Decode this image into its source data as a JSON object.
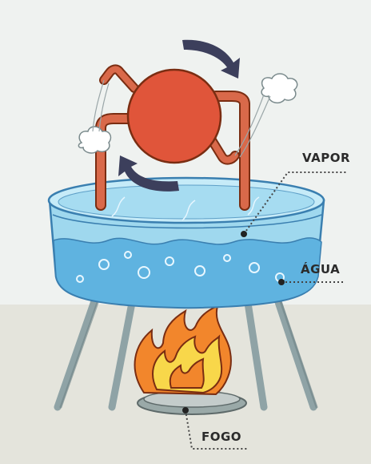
{
  "labels": {
    "vapor": "VAPOR",
    "agua": "ÁGUA",
    "fogo": "FOGO"
  },
  "colors": {
    "ball": "#e0553a",
    "pipe": "#d9694a",
    "water": "#8fd0ea",
    "water_dark": "#4aa6d6",
    "pot_outline": "#3a7fb0",
    "legs": "#8fa3a6",
    "flame_outer": "#f2862c",
    "flame_inner": "#f8d74a",
    "arrow": "#3c3f5c",
    "leader": "#444444"
  }
}
